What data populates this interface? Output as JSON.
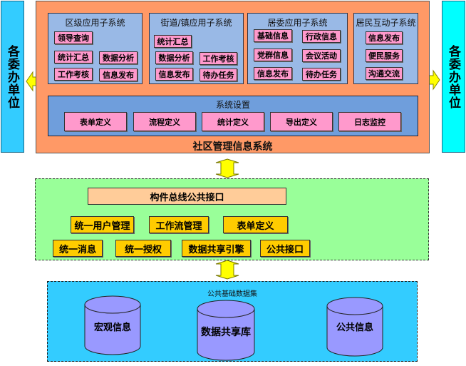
{
  "side_left": "各委办单位",
  "side_right": "各委办单位",
  "top_system": {
    "title": "社区管理信息系统",
    "subsystems": [
      {
        "title": "区级应用子系统",
        "items": [
          "领导查询",
          "统计汇总",
          "数据分析",
          "工作考核",
          "信息发布"
        ]
      },
      {
        "title": "街道/镇应用子系统",
        "items": [
          "统计汇总",
          "数据分析",
          "工作考核",
          "信息发布",
          "待办任务"
        ]
      },
      {
        "title": "居委应用子系统",
        "items": [
          "基础信息",
          "行政信息",
          "党群信息",
          "会议活动",
          "信息发布",
          "待办任务"
        ]
      },
      {
        "title": "居民互动子系统",
        "items": [
          "信息发布",
          "便民服务",
          "沟通交流"
        ]
      }
    ],
    "settings": {
      "title": "系统设置",
      "items": [
        "表单定义",
        "流程定义",
        "统计定义",
        "导出定义",
        "日志监控"
      ]
    }
  },
  "middle_layer": {
    "bus": "构件总线公共接口",
    "row1": [
      "统一用户管理",
      "工作流管理",
      "表单定义"
    ],
    "row2": [
      "统一消息",
      "统一授权",
      "数据共享引擎",
      "公共接口"
    ]
  },
  "data_layer": {
    "title": "公共基础数据集",
    "databases": [
      "宏观信息",
      "数据共享库",
      "公共信息"
    ]
  },
  "colors": {
    "arrow": "#ffff00",
    "orange_panel": "#ff9966",
    "pink_box": "#ff99cc",
    "gold_box": "#ffcc00",
    "green_panel": "#99ff99",
    "data_panel": "#33ccff",
    "cylinder": "#9999ff"
  }
}
